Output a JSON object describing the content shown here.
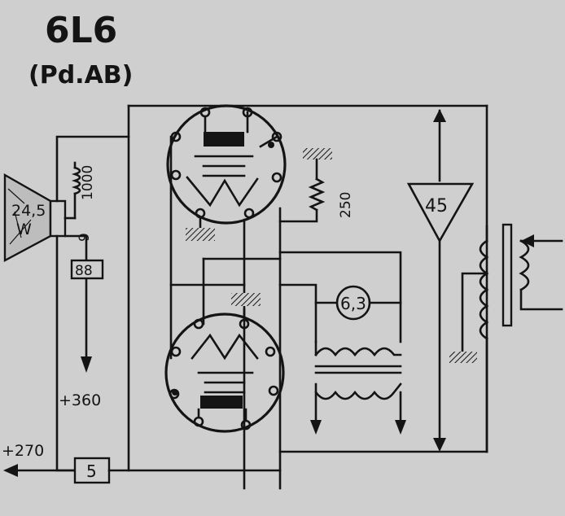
{
  "title": "6L6",
  "subtitle": "(Pd.AB)",
  "speaker": {
    "label_value": "24,5",
    "label_unit": "W"
  },
  "labels": {
    "field_coil": "1000",
    "voice_coil": "9",
    "choke_box": "88",
    "b_plus_360": "+360",
    "b_plus_270": "+270",
    "resistor_box": "5",
    "cathode_resistor": "250",
    "power_amp": "45",
    "heater": "6,3"
  },
  "colors": {
    "ink": "#141414",
    "paper": "#cfcfcf"
  }
}
